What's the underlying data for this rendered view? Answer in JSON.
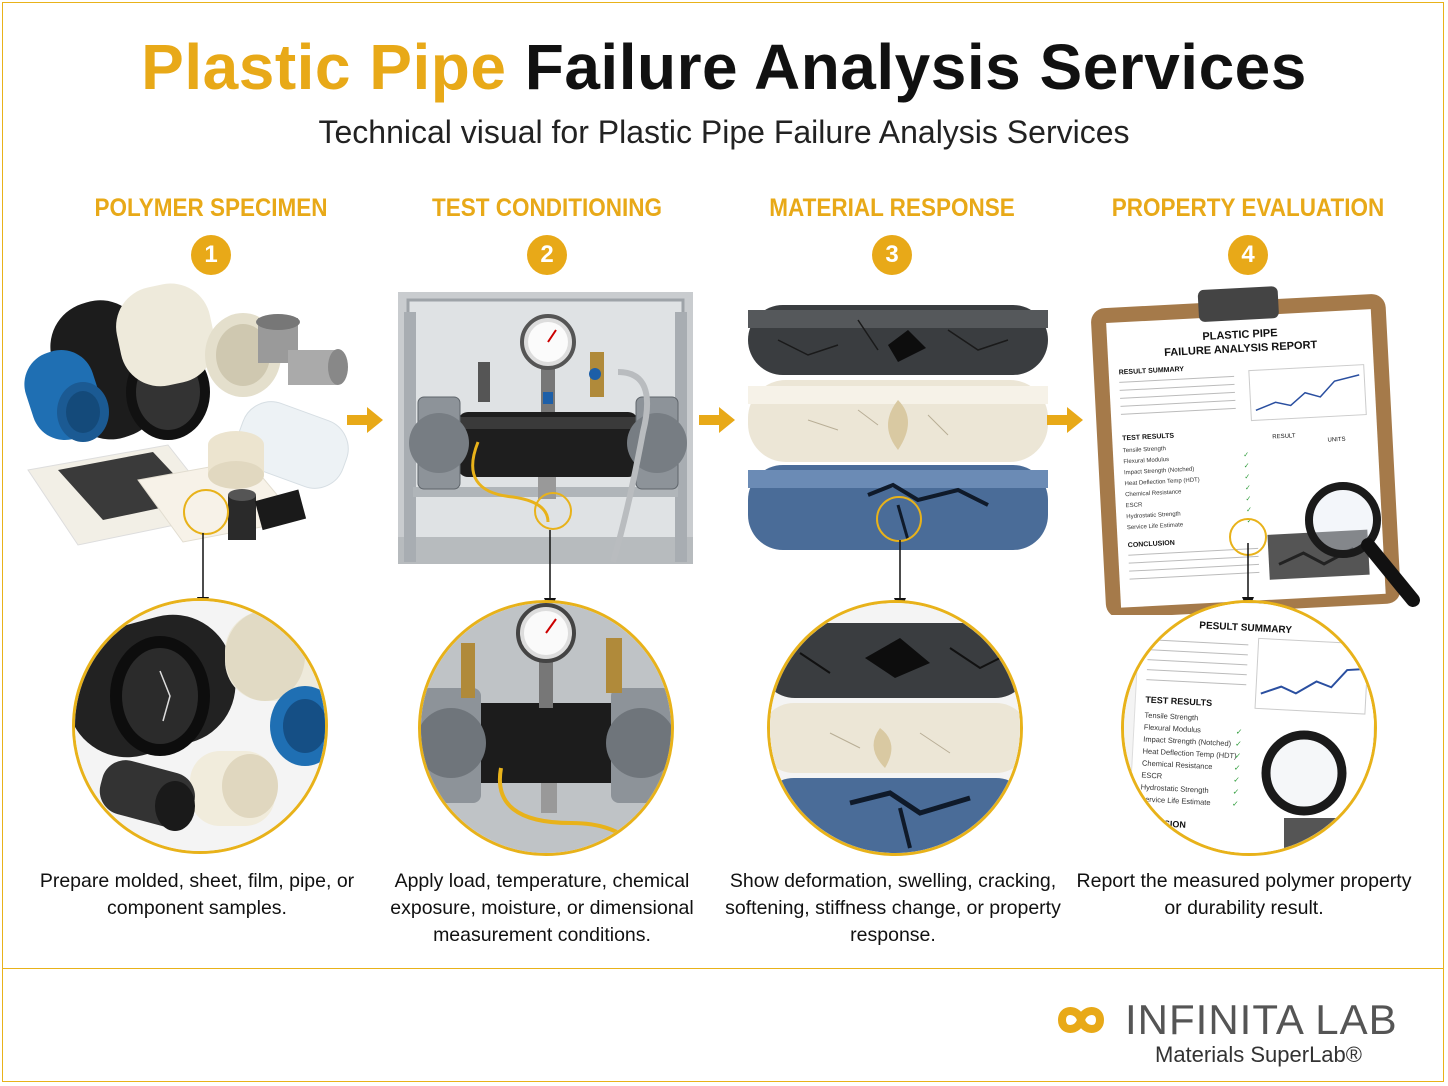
{
  "title": {
    "accent": "Plastic Pipe",
    "main": "Failure Analysis Services"
  },
  "subtitle": "Technical visual for Plastic Pipe Failure Analysis Services",
  "steps": [
    {
      "number": "1",
      "title": "POLYMER SPECIMEN",
      "description": "Prepare molded, sheet, film, pipe, or component samples."
    },
    {
      "number": "2",
      "title": "TEST CONDITIONING",
      "description": "Apply load, temperature, chemical exposure, moisture, or dimensional measurement conditions."
    },
    {
      "number": "3",
      "title": "MATERIAL RESPONSE",
      "description": "Show deformation, swelling, cracking, softening, stiffness change, or property response."
    },
    {
      "number": "4",
      "title": "PROPERTY EVALUATION",
      "description": "Report the measured polymer property or durability result."
    }
  ],
  "report": {
    "header_line1": "PLASTIC PIPE",
    "header_line2": "FAILURE ANALYSIS REPORT",
    "result_summary": "RESULT SUMMARY",
    "zoom_summary": "PESULT SUMMARY",
    "test_results": "TEST RESULTS",
    "col_result": "RESULT",
    "col_units": "UNITS",
    "conclusion": "CONCLUSION",
    "zoom_conclusion": "NCLUSION",
    "rows": [
      "Tensile Strength",
      "Flexural Modulus",
      "Impact Strength (Notched)",
      "Heat Deflection Temp (HDT)",
      "Chemical Resistance",
      "ESCR",
      "Hydrostatic Strength",
      "Service Life Estimate"
    ]
  },
  "logo": {
    "name": "INFINITA LAB",
    "tagline": "Materials SuperLab®"
  },
  "colors": {
    "accent": "#e8a918",
    "text": "#111111"
  }
}
